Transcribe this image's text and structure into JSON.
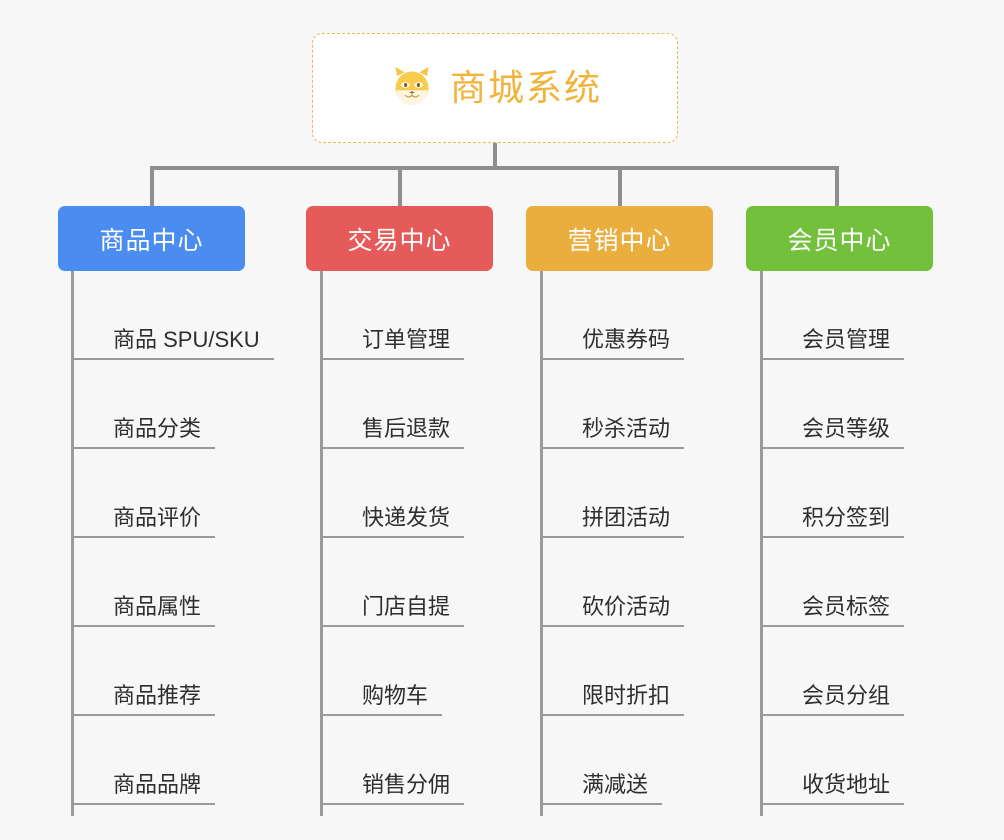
{
  "root": {
    "title": "商城系统",
    "icon": "shiba-dog-icon",
    "text_color": "#f0b43c",
    "border_color": "#e5b95c",
    "background": "#ffffff"
  },
  "page": {
    "background": "#f7f7f7",
    "connector_color": "#8e8e8e"
  },
  "columns": [
    {
      "title": "商品中心",
      "color": "#4a8cf0",
      "items": [
        "商品 SPU/SKU",
        "商品分类",
        "商品评价",
        "商品属性",
        "商品推荐",
        "商品品牌"
      ]
    },
    {
      "title": "交易中心",
      "color": "#e55b59",
      "items": [
        "订单管理",
        "售后退款",
        "快递发货",
        "门店自提",
        "购物车",
        "销售分佣"
      ]
    },
    {
      "title": "营销中心",
      "color": "#eaae3f",
      "items": [
        "优惠券码",
        "秒杀活动",
        "拼团活动",
        "砍价活动",
        "限时折扣",
        "满减送"
      ]
    },
    {
      "title": "会员中心",
      "color": "#73c03c",
      "items": [
        "会员管理",
        "会员等级",
        "积分签到",
        "会员标签",
        "会员分组",
        "收货地址"
      ]
    }
  ]
}
